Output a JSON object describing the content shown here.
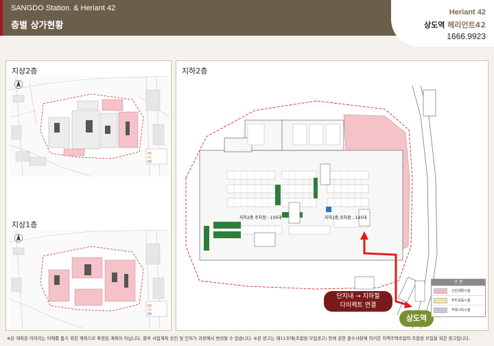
{
  "header": {
    "subtitle": "SANGDO Station. & Heriant 42",
    "title": "층별 상가현황"
  },
  "brand": {
    "name_en": "Heriant 42",
    "name_kr_a": "상도역",
    "name_kr_b": "헤리언트42",
    "phone": "1666.9923"
  },
  "panels": {
    "floor2_label": "지상2층",
    "floor1_label": "지상1층",
    "basement2_label": "지하2층"
  },
  "parking": {
    "left": "지하2층 주차장 : 105대",
    "right": "지하2층 주차장 : 145대"
  },
  "callout": {
    "line1": "단지내 → 지하철",
    "line2": "다이렉트 연결"
  },
  "station_label": "상도역",
  "legend": {
    "title": "구 분",
    "items": [
      {
        "label": "근린생활시설",
        "color": "#f4b8c0"
      },
      {
        "label": "주민공동시설",
        "color": "#f2e1a8"
      },
      {
        "label": "커뮤니티시설",
        "color": "#c9c3e3"
      }
    ]
  },
  "footnote": "※본 계획된 이미지는 이해를 돕기 위한 계획으로 확정된 계획이 아닙니다. 향후 사업계획 승인 및 인허가 과정에서 변경될 수 있습니다. ※본 광고는 제11조에(조합원 모집광고) 등에 관한 준수사항에 의거한 지역주택조합의 조합원 모집을 위한 광고입니다.",
  "colors": {
    "header_bg": "#6b5e4a",
    "accent": "#a31a1f",
    "pink": "#f4b8c0",
    "green": "#2e7d3a",
    "route_red": "#e11b1b"
  }
}
